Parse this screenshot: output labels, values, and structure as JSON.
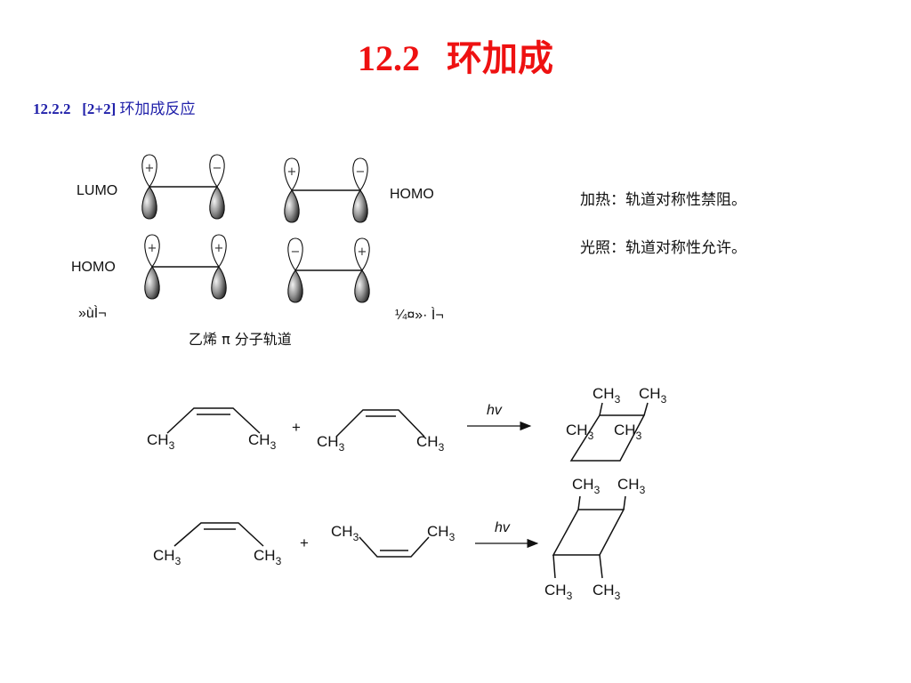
{
  "slide": {
    "title": "12.2   环加成",
    "subtitle": {
      "number": "12.2.2   [2+2] ",
      "text": "环加成反应"
    },
    "notes": [
      "加热：轨道对称性禁阻。",
      "光照：轨道对称性允许。"
    ]
  },
  "orbital_diagram": {
    "label_lumo": "LUMO",
    "label_homo_left": "HOMO",
    "label_homo_right": "HOMO",
    "left_condition": "»ùÌ¬",
    "right_condition": "¼¤»· Ì¬",
    "caption": "乙烯 π 分子轨道",
    "sign_plus": "+",
    "sign_minus": "−"
  },
  "reactions": {
    "ch3_main": "CH",
    "ch3_sub": "3",
    "plus": "+",
    "hv": "hv"
  }
}
